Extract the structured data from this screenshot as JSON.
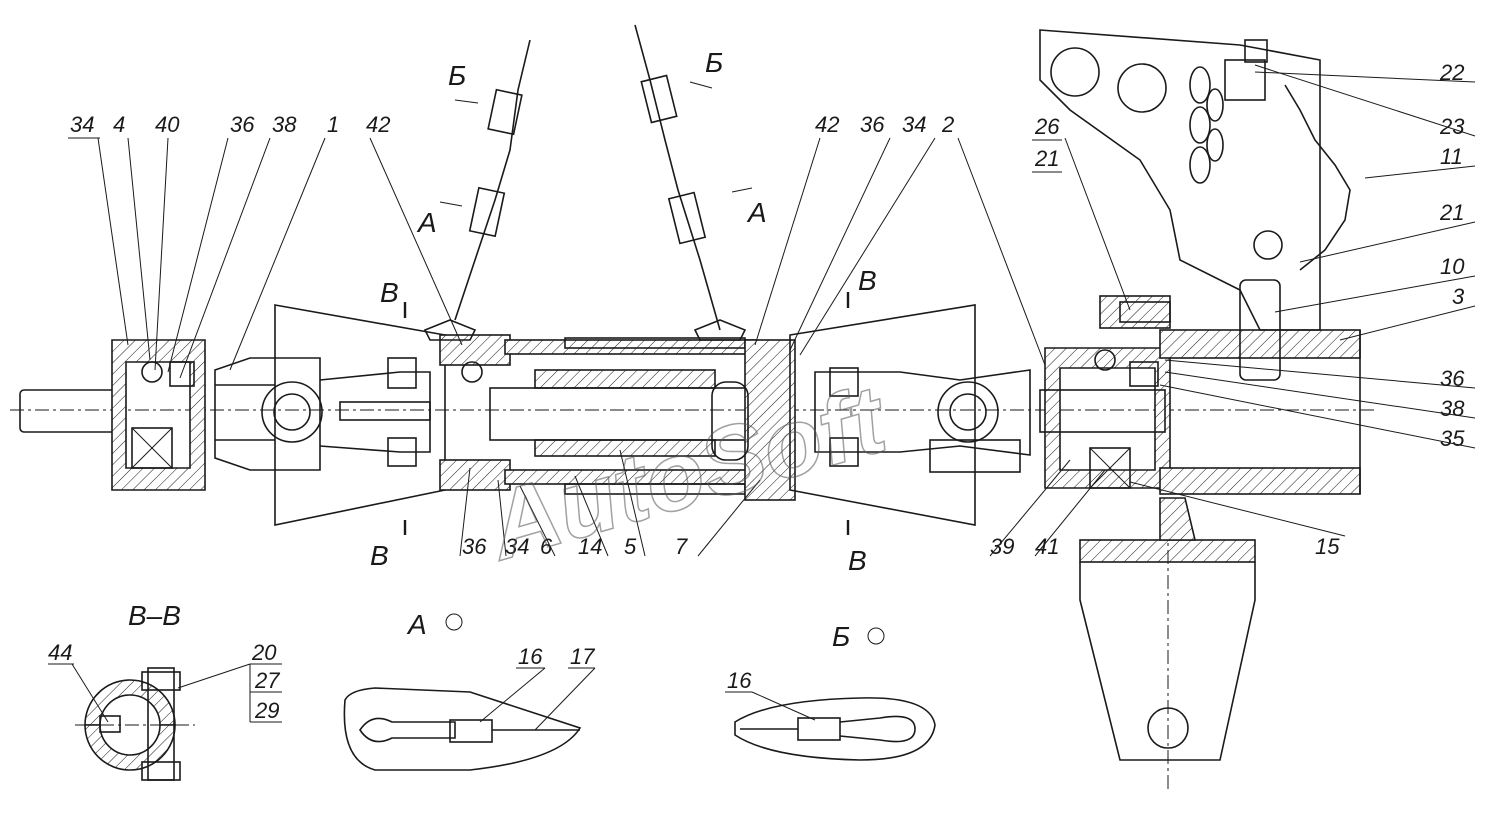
{
  "watermark": "AutoSoft",
  "section_marks": {
    "b_top_left": "Б",
    "b_top_right": "Б",
    "a_left": "А",
    "a_right": "А",
    "v_left_top": "В",
    "v_right_top": "В",
    "v_left_bottom": "В",
    "v_right_bottom": "В"
  },
  "view_titles": {
    "section_vv": "В–В",
    "view_a": "А",
    "view_b": "Б"
  },
  "callouts_top": [
    "34",
    "4",
    "40",
    "36",
    "38",
    "1",
    "42",
    "42",
    "36",
    "34",
    "2",
    "26",
    "21"
  ],
  "callouts_right": [
    "22",
    "23",
    "11",
    "21",
    "10",
    "3",
    "36",
    "38",
    "35",
    "15"
  ],
  "callouts_bottom": [
    "36",
    "34",
    "6",
    "14",
    "5",
    "7",
    "39",
    "41"
  ],
  "callouts_section": [
    "44",
    "20",
    "27",
    "29"
  ],
  "callouts_view_a": [
    "16",
    "17"
  ],
  "callouts_view_b": [
    "16"
  ]
}
